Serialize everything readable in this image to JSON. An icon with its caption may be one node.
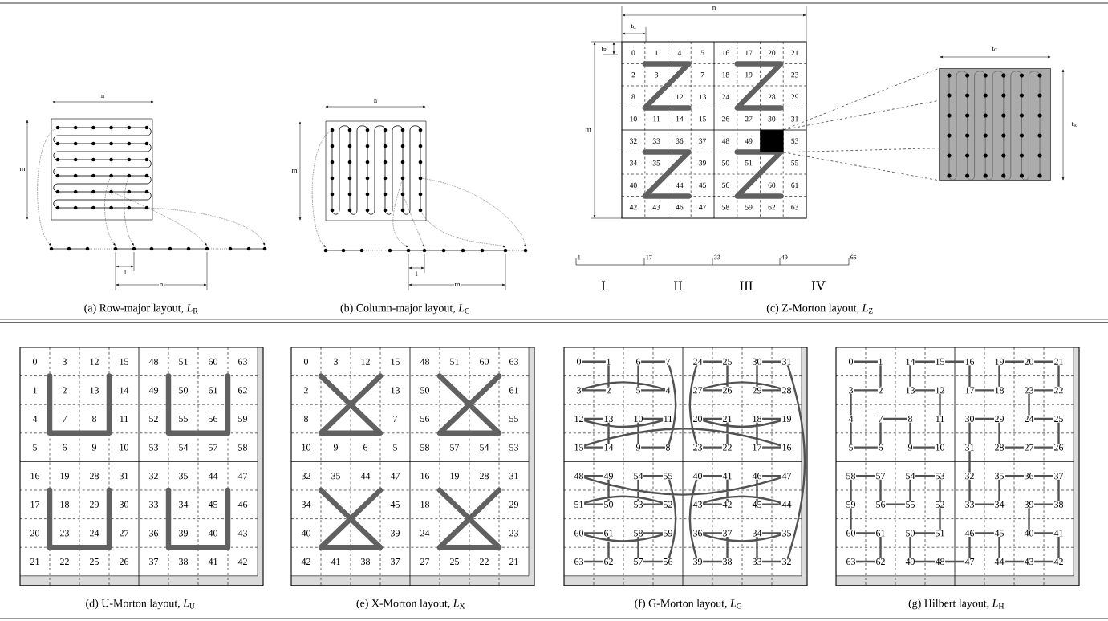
{
  "diagram": {
    "nodes": [
      {
        "text": [],
        "shape": "box"
      },
      {
        "text": [],
        "shape": "box"
      }
    ],
    "edges": [
      {
        "from": 0,
        "to": 1,
        "arrow": "none",
        "style": "dashed"
      },
      {
        "from": 0,
        "to": 1,
        "arrow": "none",
        "style": "dashed"
      },
      {
        "from": 0,
        "to": 1,
        "arrow": "none",
        "style": "dashed"
      },
      {
        "from": 0,
        "to": 1,
        "arrow": "none",
        "style": "dashed"
      }
    ],
    "labels": [
      "n",
      "m",
      "1",
      "n",
      "n",
      "m",
      "1",
      "m",
      "n",
      "t$_{C}$",
      "t$_{R}$",
      "m",
      "0",
      "1",
      "4",
      "5",
      "16",
      "17",
      "20",
      "21",
      "2",
      "3",
      "7",
      "18",
      "19",
      "23",
      "8",
      "12",
      "13",
      "24",
      "28",
      "29",
      "10",
      "11",
      "14",
      "15",
      "26",
      "27",
      "30",
      "31",
      "32",
      "33",
      "36",
      "37",
      "48",
      "49",
      "53",
      "34",
      "35",
      "39",
      "50",
      "51",
      "55",
      "40",
      "44",
      "45",
      "56",
      "60",
      "61",
      "42",
      "43",
      "46",
      "47",
      "58",
      "59",
      "62",
      "63",
      "t$_{C}$",
      "t$_{R}$",
      "1",
      "17",
      "33",
      "49",
      "65",
      "I",
      "II",
      "III",
      "IV",
      "(a) Row-major layout, *L*$_{R}$",
      "(b) Column-major layout, *L*$_{C}$",
      "(c) Z-Morton layout, *L*$_{Z}$",
      "0",
      "3",
      "12",
      "15",
      "48",
      "51",
      "60",
      "63",
      "1",
      "2",
      "13",
      "14",
      "49",
      "50",
      "61",
      "62",
      "4",
      "7",
      "8",
      "11",
      "52",
      "55",
      "56",
      "59",
      "5",
      "6",
      "9",
      "10",
      "53",
      "54",
      "57",
      "58",
      "16",
      "19",
      "28",
      "31",
      "32",
      "35",
      "44",
      "47",
      "17",
      "18",
      "29",
      "30",
      "33",
      "34",
      "45",
      "46",
      "20",
      "23",
      "24",
      "27",
      "36",
      "39",
      "40",
      "43",
      "21",
      "22",
      "25",
      "26",
      "37",
      "38",
      "41",
      "42",
      "0",
      "3",
      "12",
      "15",
      "48",
      "51",
      "60",
      "63",
      "2",
      "13",
      "50",
      "61",
      "8",
      "7",
      "56",
      "55",
      "10",
      "9",
      "6",
      "5",
      "58",
      "57",
      "54",
      "53",
      "32",
      "35",
      "44",
      "47",
      "16",
      "19",
      "28",
      "31",
      "34",
      "45",
      "18",
      "29",
      "40",
      "39",
      "24",
      "23",
      "42",
      "41",
      "38",
      "37",
      "27",
      "25",
      "22",
      "21",
      "0",
      "1",
      "6",
      "7",
      "24",
      "25",
      "30",
      "31",
      "3",
      "2",
      "5",
      "4",
      "27",
      "26",
      "29",
      "28",
      "12",
      "13",
      "10",
      "11",
      "20",
      "21",
      "18",
      "19",
      "15",
      "14",
      "9",
      "8",
      "23",
      "22",
      "17",
      "16",
      "48",
      "49",
      "54",
      "55",
      "40",
      "41",
      "46",
      "47",
      "51",
      "50",
      "53",
      "52",
      "43",
      "42",
      "45",
      "44",
      "60",
      "61",
      "58",
      "59",
      "36",
      "37",
      "34",
      "35",
      "63",
      "62",
      "57",
      "56",
      "39",
      "38",
      "33",
      "32",
      "0",
      "1",
      "14",
      "15",
      "16",
      "19",
      "20",
      "21",
      "3",
      "2",
      "13",
      "12",
      "17",
      "18",
      "23",
      "22",
      "4",
      "7",
      "8",
      "11",
      "30",
      "29",
      "24",
      "25",
      "5",
      "6",
      "9",
      "10",
      "31",
      "28",
      "27",
      "26",
      "58",
      "57",
      "54",
      "53",
      "32",
      "35",
      "36",
      "37",
      "59",
      "56",
      "55",
      "52",
      "33",
      "34",
      "39",
      "38",
      "60",
      "61",
      "50",
      "51",
      "46",
      "45",
      "40",
      "41",
      "63",
      "62",
      "49",
      "48",
      "47",
      "44",
      "43",
      "42",
      "(d) U-Morton layout, *L*$_{U}$",
      "(e) X-Morton layout, *L*$_{X}$",
      "(f) G-Morton layout, *L*$_{G}$",
      "(g) Hilbert layout, *L*$_{H}$"
    ]
  }
}
